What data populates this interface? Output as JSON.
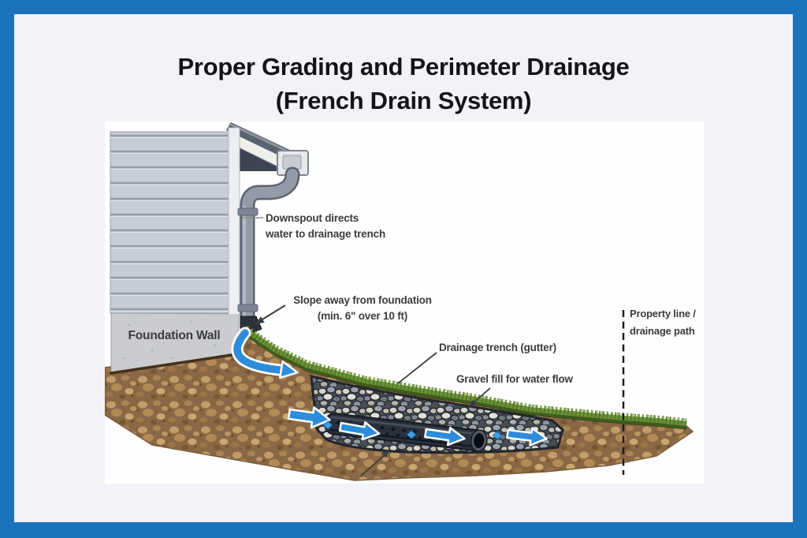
{
  "title": {
    "line1": "Proper Grading and Perimeter Drainage",
    "line2": "(French Drain System)"
  },
  "diagram": {
    "labels": {
      "downspout": {
        "line1": "Downspout directs",
        "line2": "water to drainage trench"
      },
      "slope": {
        "line1": "Slope away from foundation",
        "line2": "(min. 6\" over 10 ft)"
      },
      "drainage_trench": "Drainage trench (gutter)",
      "gravel_fill": "Gravel fill for water flow",
      "property": {
        "line1": "Property line /",
        "line2": "drainage path"
      },
      "foundation_wall": "Foundation Wall"
    }
  },
  "colors": {
    "frame_blue": "#1a73bb",
    "page_background": "#f2f3f8",
    "diagram_background": "#fefefe",
    "title_text": "#141416",
    "label_text": "#3a3c3f",
    "water_arrow_blue": "#2d8ddb",
    "arrow_outline_white": "#ffffff",
    "grass_green": "#5f8130",
    "soil_brown": "#8a6845",
    "gravel_gray": "#a8adb4",
    "pipe_dark": "#2b313c",
    "siding_gray": "#c6cdd6",
    "foundation_gray": "#caccd0",
    "property_line_black": "#1c1c1c"
  }
}
